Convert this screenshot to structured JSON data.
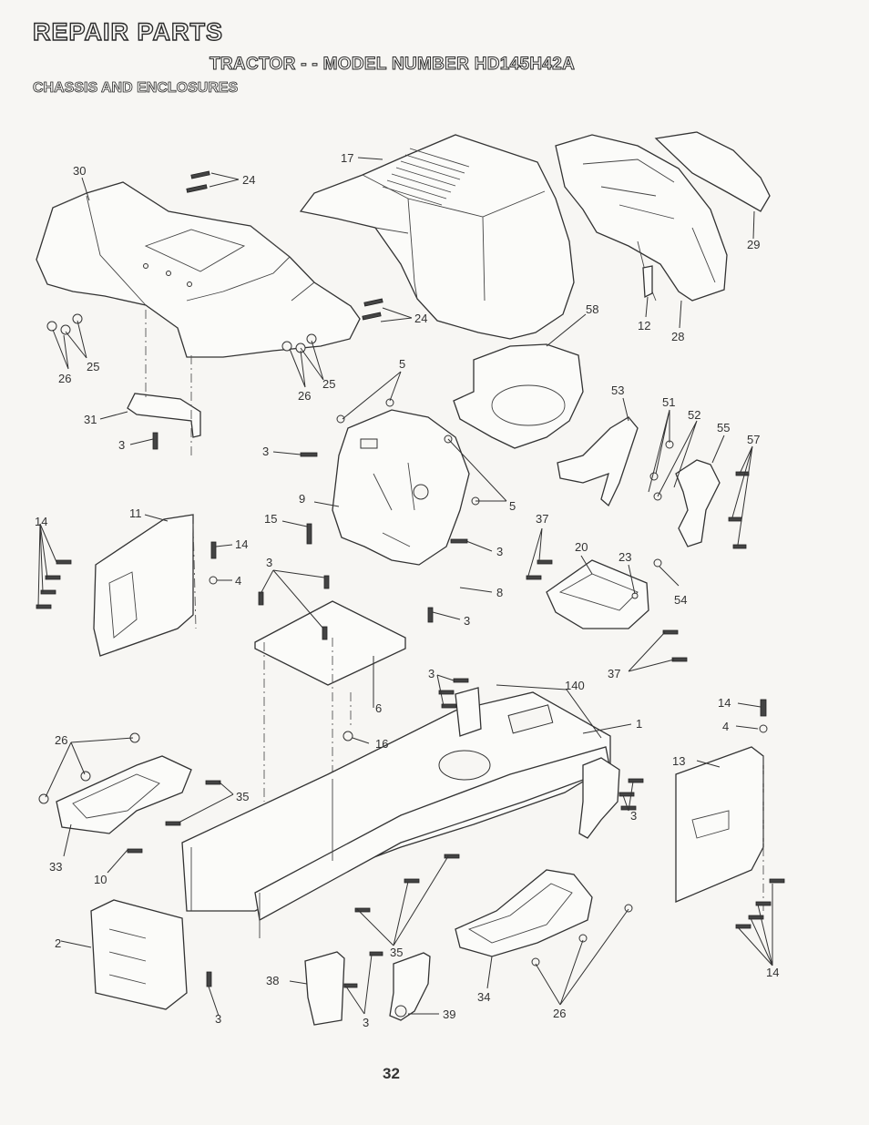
{
  "header": {
    "title": "REPAIR PARTS",
    "subtitle": "TRACTOR - - MODEL NUMBER HD145H42A",
    "section": "CHASSIS AND ENCLOSURES"
  },
  "page_number": "32",
  "callouts": {
    "c30": "30",
    "c24a": "24",
    "c17": "17",
    "c29": "29",
    "c24b": "24",
    "c25a": "25",
    "c26a": "26",
    "c26b": "26",
    "c25b": "25",
    "c12": "12",
    "c28": "28",
    "c58": "58",
    "c5a": "5",
    "c31": "31",
    "c3a": "3",
    "c53": "53",
    "c51": "51",
    "c52": "52",
    "c55": "55",
    "c57": "57",
    "c3b": "3",
    "c9": "9",
    "c5b": "5",
    "c14a": "14",
    "c11": "11",
    "c15": "15",
    "c14b": "14",
    "c4a": "4",
    "c3c": "3",
    "c37a": "37",
    "c20": "20",
    "c23": "23",
    "c3d": "3",
    "c8": "8",
    "c3e": "3",
    "c54": "54",
    "c37b": "37",
    "c3f": "3",
    "c140": "140",
    "c6": "6",
    "c1": "1",
    "c14c": "14",
    "c4b": "4",
    "c26c": "26",
    "c16": "16",
    "c13": "13",
    "c35a": "35",
    "c3g": "3",
    "c33": "33",
    "c10": "10",
    "c2": "2",
    "c35b": "35",
    "c38": "38",
    "c39": "39",
    "c34": "34",
    "c26d": "26",
    "c14d": "14",
    "c3h": "3",
    "c3i": "3"
  }
}
